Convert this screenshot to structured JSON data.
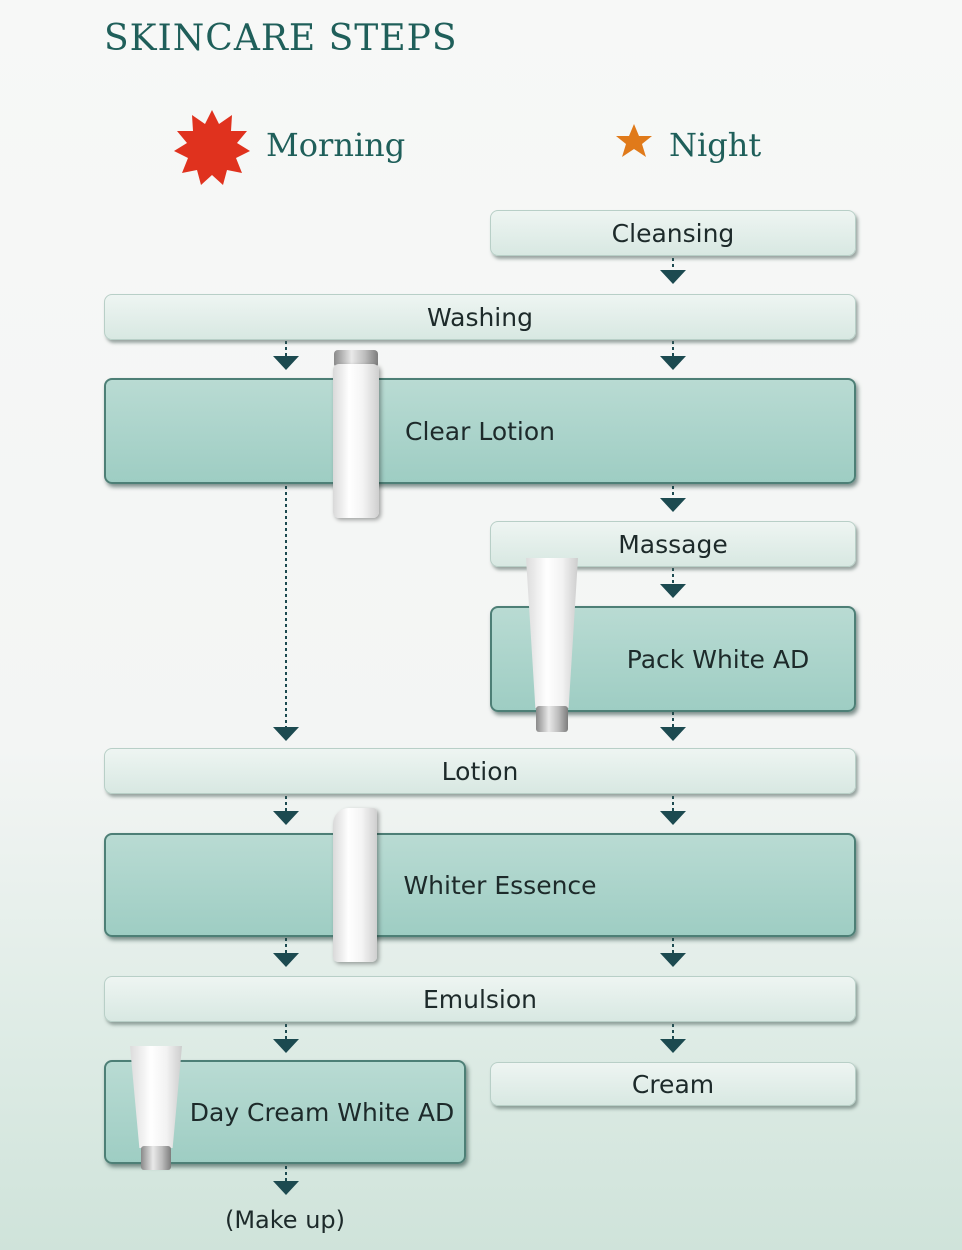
{
  "title": "SKINCARE STEPS",
  "legend": {
    "morning": "Morning",
    "night": "Night"
  },
  "steps": {
    "cleansing": "Cleansing",
    "washing": "Washing",
    "clear_lotion": "Clear Lotion",
    "massage": "Massage",
    "pack_white_ad": "Pack White AD",
    "lotion": "Lotion",
    "whiter_essence": "Whiter Essence",
    "emulsion": "Emulsion",
    "day_cream_white_ad": "Day Cream White AD",
    "cream": "Cream",
    "make_up": "(Make up)"
  },
  "colors": {
    "title": "#1f5f5a",
    "sun": "#e0321e",
    "moon": "#e07a1a",
    "arrow": "#1c4a50"
  },
  "icons": {
    "morning": "sun-icon",
    "night": "moon-star-icon"
  }
}
